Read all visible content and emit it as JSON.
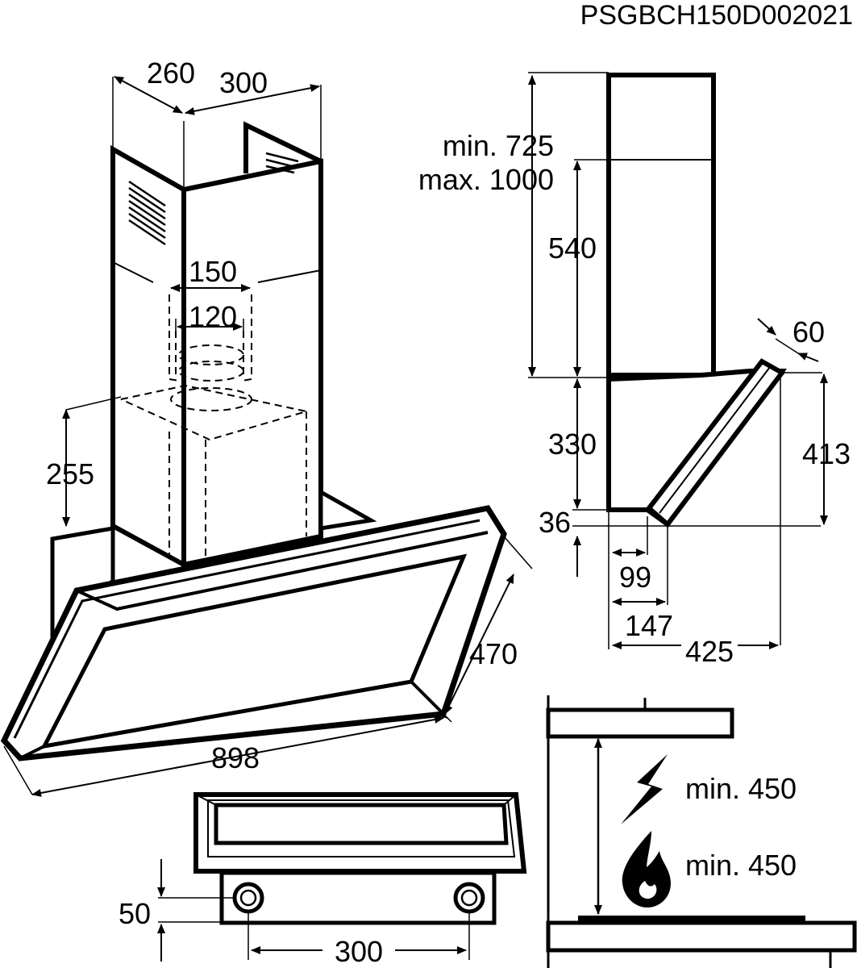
{
  "code": "PSGBCH150D002021",
  "hood_view": {
    "chimney_depth": "260",
    "chimney_width": "300",
    "outlet_outer": "150",
    "outlet_inner": "120",
    "bracket_height": "255",
    "panel_depth": "470",
    "panel_width": "898"
  },
  "side_view": {
    "chimney_min": "min. 725",
    "chimney_max": "max. 1000",
    "chimney_upper": "540",
    "body_height": "330",
    "front_bottom": "36",
    "panel_thickness": "60",
    "panel_height": "413",
    "depth_99": "99",
    "depth_147": "147",
    "depth_425": "425"
  },
  "bracket_view": {
    "hole_offset": "50",
    "hole_spacing": "300"
  },
  "clearance_view": {
    "electric_min": "min. 450",
    "gas_min": "min. 450"
  },
  "colors": {
    "line": "#000000",
    "fill_dark": "#000000",
    "background": "#ffffff"
  },
  "icons": {
    "electric": "lightning-icon",
    "gas": "flame-icon"
  }
}
